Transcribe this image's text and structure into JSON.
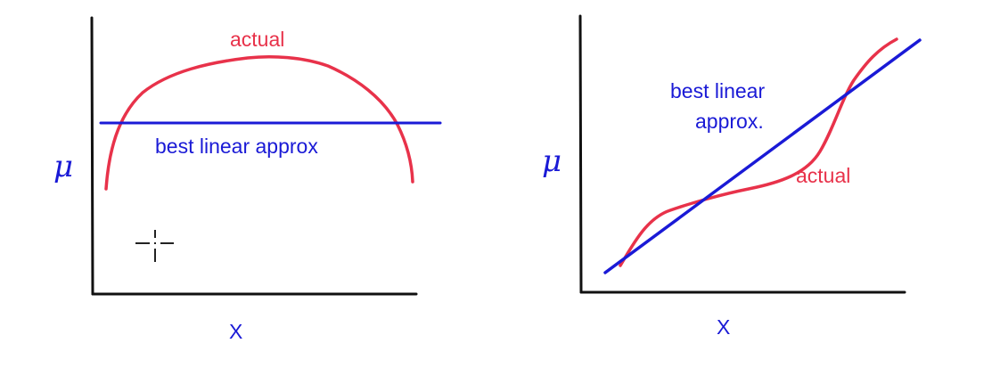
{
  "colors": {
    "actual": "#e8324a",
    "approx": "#1a1ad6",
    "axis": "#111111",
    "cursor": "#222222"
  },
  "left_plot": {
    "actual_label": "actual",
    "approx_label": "best linear approx",
    "y_label": "μ",
    "x_label": "X"
  },
  "right_plot": {
    "approx_label_line1": "best linear",
    "approx_label_line2": "approx.",
    "actual_label": "actual",
    "y_label": "μ",
    "x_label": "X"
  },
  "cursor_icon": "crosshair-icon"
}
